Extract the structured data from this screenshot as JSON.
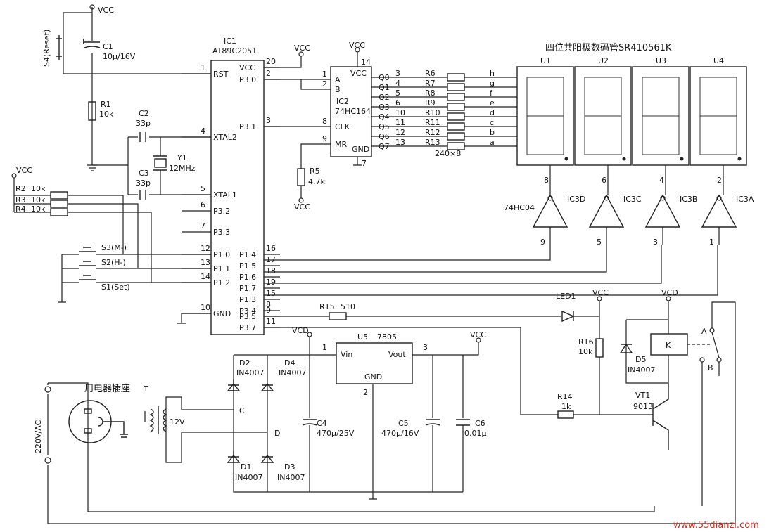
{
  "title": "四位共阳极数码管SR410561K",
  "vcc": "VCC",
  "vcd": "VCD",
  "ic1": {
    "ref": "IC1",
    "part": "AT89C2051",
    "left_pins": [
      {
        "num": "1",
        "name": "RST"
      },
      {
        "num": "4",
        "name": "XTAL2"
      },
      {
        "num": "5",
        "name": "XTAL1"
      },
      {
        "num": "6",
        "name": "P3.2"
      },
      {
        "num": "7",
        "name": "P3.3"
      },
      {
        "num": "12",
        "name": "P1.0"
      },
      {
        "num": "13",
        "name": "P1.1"
      },
      {
        "num": "14",
        "name": "P1.2"
      },
      {
        "num": "10",
        "name": "GND"
      }
    ],
    "right_pins": [
      {
        "num": "20",
        "name": "VCC"
      },
      {
        "num": "2",
        "name": "P3.0"
      },
      {
        "num": "3",
        "name": "P3.1"
      },
      {
        "num": "16",
        "name": "P1.4"
      },
      {
        "num": "17",
        "name": "P1.5"
      },
      {
        "num": "18",
        "name": "P1.6"
      },
      {
        "num": "19",
        "name": "P1.7"
      },
      {
        "num": "15",
        "name": "P1.3"
      },
      {
        "num": "8",
        "name": "P3.4"
      },
      {
        "num": "9",
        "name": "P3.5"
      },
      {
        "num": "11",
        "name": "P3.7"
      }
    ]
  },
  "ic2": {
    "ref": "IC2",
    "part": "74HC164",
    "left_pins": [
      {
        "num": "1",
        "name": "A"
      },
      {
        "num": "2",
        "name": "B"
      },
      {
        "num": "8",
        "name": "CLK"
      },
      {
        "num": "9",
        "name": "MR"
      }
    ],
    "vcc_pin": "14",
    "gnd_pin": "7",
    "gnd": "GND",
    "outputs": [
      {
        "num": "3",
        "name": "Q0",
        "res": "R6",
        "seg": "h"
      },
      {
        "num": "4",
        "name": "Q1",
        "res": "R7",
        "seg": "g"
      },
      {
        "num": "5",
        "name": "Q2",
        "res": "R8",
        "seg": "f"
      },
      {
        "num": "6",
        "name": "Q3",
        "res": "R9",
        "seg": "e"
      },
      {
        "num": "10",
        "name": "Q4",
        "res": "R10",
        "seg": "d"
      },
      {
        "num": "11",
        "name": "Q5",
        "res": "R11",
        "seg": "c"
      },
      {
        "num": "12",
        "name": "Q6",
        "res": "R12",
        "seg": "b"
      },
      {
        "num": "13",
        "name": "Q7",
        "res": "R13",
        "seg": "a"
      }
    ],
    "res_value": "240×8"
  },
  "displays": [
    {
      "ref": "U1",
      "pin": "8"
    },
    {
      "ref": "U2",
      "pin": "6"
    },
    {
      "ref": "U3",
      "pin": "4"
    },
    {
      "ref": "U4",
      "pin": "2"
    }
  ],
  "inverters": {
    "part": "74HC04",
    "gates": [
      {
        "ref": "IC3D",
        "out": "8",
        "in": "9"
      },
      {
        "ref": "IC3C",
        "out": "6",
        "in": "5"
      },
      {
        "ref": "IC3B",
        "out": "4",
        "in": "3"
      },
      {
        "ref": "IC3A",
        "out": "2",
        "in": "1"
      }
    ]
  },
  "s4": "S4(Reset)",
  "c1": {
    "ref": "C1",
    "val": "10μ/16V"
  },
  "r1": {
    "ref": "R1",
    "val": "10k"
  },
  "c2": {
    "ref": "C2",
    "val": "33p"
  },
  "c3": {
    "ref": "C3",
    "val": "33p"
  },
  "y1": {
    "ref": "Y1",
    "val": "12MHz"
  },
  "pullups": [
    {
      "ref": "R2",
      "val": "10k"
    },
    {
      "ref": "R3",
      "val": "10k"
    },
    {
      "ref": "R4",
      "val": "10k"
    }
  ],
  "switches": [
    "S3(M-)",
    "S2(H-)",
    "S1(Set)"
  ],
  "r5": {
    "ref": "R5",
    "val": "4.7k"
  },
  "r15": {
    "ref": "R15",
    "val": "510"
  },
  "led": "LED1",
  "r16": {
    "ref": "R16",
    "val": "10k"
  },
  "r14": {
    "ref": "R14",
    "val": "1k"
  },
  "d5": {
    "ref": "D5",
    "val": "IN4007"
  },
  "relay": "K",
  "relay_contacts": [
    "A",
    "B"
  ],
  "vt1": {
    "ref": "VT1",
    "val": "9013"
  },
  "u5": {
    "ref": "U5",
    "part": "7805",
    "vin": "Vin",
    "vout": "Vout",
    "gnd": "GND",
    "pins": [
      "1",
      "2",
      "3"
    ]
  },
  "c4": {
    "ref": "C4",
    "val": "470μ/25V"
  },
  "c5": {
    "ref": "C5",
    "val": "470μ/16V"
  },
  "c6": {
    "ref": "C6",
    "val": "0.01μ"
  },
  "bridge": [
    {
      "ref": "D2",
      "val": "IN4007"
    },
    {
      "ref": "D4",
      "val": "IN4007"
    },
    {
      "ref": "D1",
      "val": "IN4007"
    },
    {
      "ref": "D3",
      "val": "IN4007"
    }
  ],
  "node_c": "C",
  "node_d": "D",
  "transformer": {
    "ref": "T",
    "val": "12V"
  },
  "socket": "用电器插座",
  "mains": "220V/AC",
  "watermark": "www.55dianzi.com"
}
